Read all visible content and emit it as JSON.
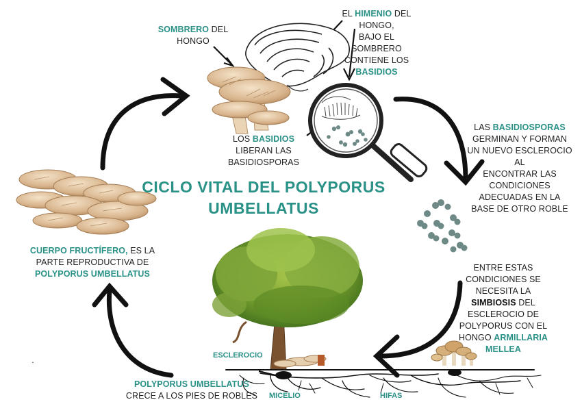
{
  "title": {
    "line1": "CICLO VITAL DEL POLYPORUS",
    "line2": "UMBELLATUS"
  },
  "labels": {
    "sombrero": {
      "a": "SOMBRERO",
      "b": " DEL",
      "c": "HONGO"
    },
    "himenio": {
      "a": "EL ",
      "b": "HIMENIO",
      "c": " DEL",
      "d": "HONGO,",
      "e": "BAJO EL",
      "f": "SOMBRERO",
      "g": "CONTIENE LOS",
      "h": "BASIDIOS"
    },
    "basidios": {
      "a": "LOS ",
      "b": "BASIDIOS",
      "c": "LIBERAN LAS",
      "d": "BASIDIOSPORAS"
    },
    "basidiosporas": {
      "a": "LAS ",
      "b": "BASIDIOSPORAS",
      "c": "GERMINAN Y FORMAN",
      "d": "UN NUEVO ESCLEROCIO",
      "e": "AL",
      "f": "ENCONTRAR LAS",
      "g": "CONDICIONES",
      "h": "ADECUADAS EN LA",
      "i": "BASE DE OTRO ROBLE"
    },
    "simbiosis": {
      "a": "ENTRE ESTAS",
      "b": "CONDICIONES SE",
      "c": "NECESITA LA",
      "d": "SIMBIOSIS",
      "e": " DEL",
      "f": "ESCLEROCIO DE",
      "g": "POLYPORUS CON EL",
      "h": "HONGO ",
      "i": "ARMILLARIA",
      "j": "MELLEA"
    },
    "cuerpo": {
      "a": "CUERPO FRUCTÍFERO,",
      "b": " ES LA",
      "c": "PARTE REPRODUCTIVA DE",
      "d": "POLYPORUS UMBELLATUS"
    },
    "crece": {
      "a": "POLYPORUS UMBELLATUS",
      "b": "CRECE A LOS PIES DE ROBLES"
    },
    "esclerocio": "ESCLEROCIO",
    "micelio": "MICELIO",
    "hifas": "HIFAS",
    "dot": "."
  },
  "colors": {
    "accent": "#2a9187",
    "arrow": "#111111",
    "mushroom": "#d9b894",
    "foliage": "#6a9a2a",
    "trunk": "#7a5230",
    "spores": "#6d8a86"
  },
  "icons": [
    "bracket-fungus-sketch",
    "magnifier-icon",
    "oyster-mushroom-cluster",
    "oak-tree",
    "roots",
    "spores"
  ]
}
